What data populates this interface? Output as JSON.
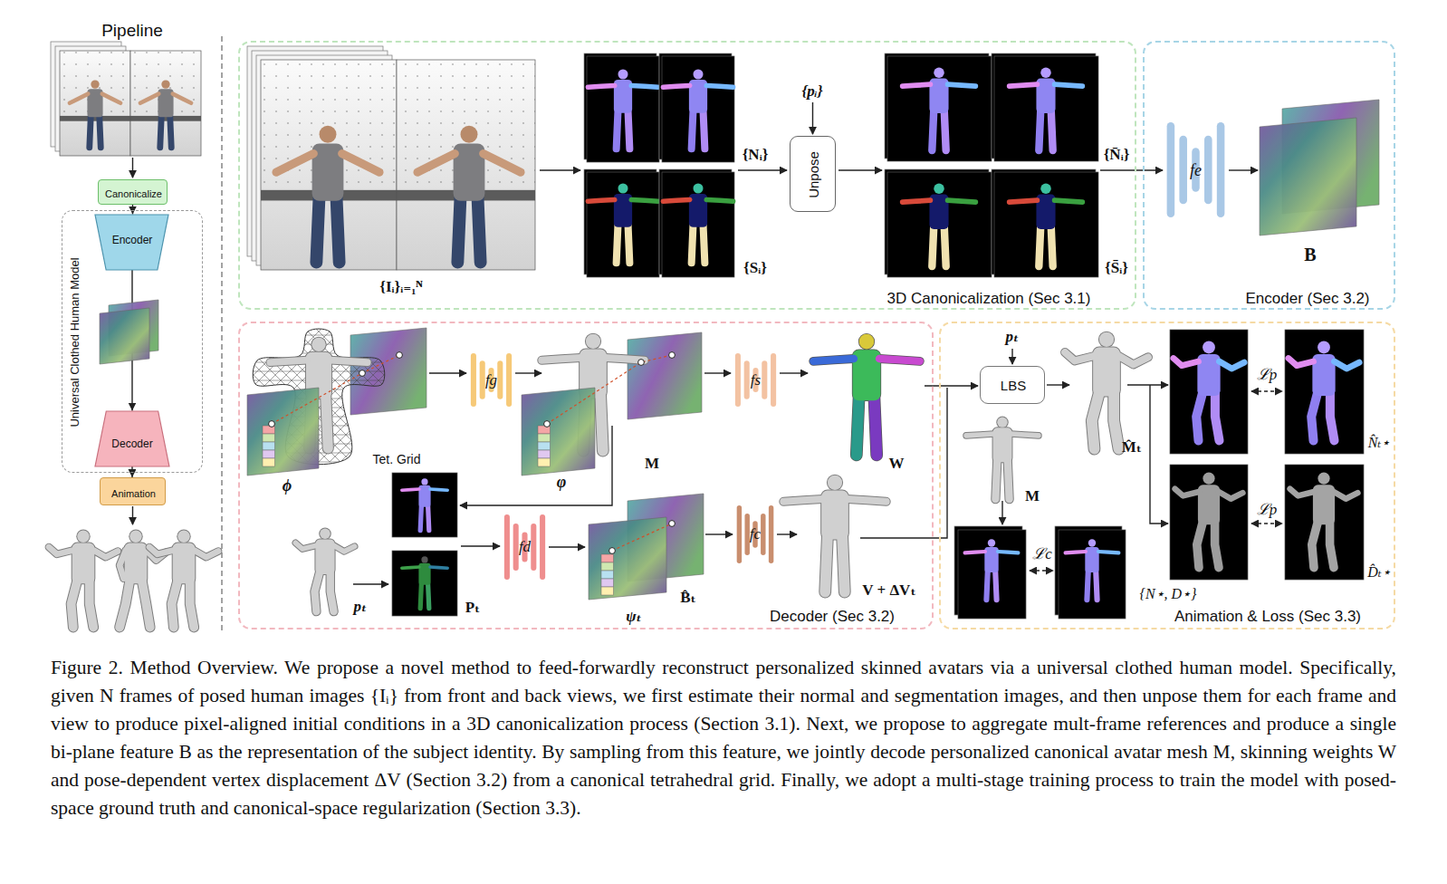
{
  "diagram": {
    "caption": "Figure 2. Method Overview. We propose a novel method to feed-forwardly reconstruct personalized skinned avatars via a universal clothed human model. Specifically, given N frames of posed human images {Iᵢ} from front and back views, we first estimate their normal and segmentation images, and then unpose them for each frame and view to produce pixel-aligned initial conditions in a 3D canonicalization process (Section 3.1). Next, we propose to aggregate mult-frame references and produce a single bi-plane feature B as the representation of the subject identity. By sampling from this feature, we jointly decode personalized canonical avatar mesh M, skinning weights W and pose-dependent vertex displacement ΔV (Section 3.2) from a canonical tetrahedral grid. Finally, we adopt a multi-stage training process to train the model with posed-space ground truth and canonical-space regularization (Section 3.3).",
    "nodes": [
      {
        "text": [
          "Canonicalize"
        ]
      },
      {
        "text": [
          "Universal Clothed Human Model"
        ]
      },
      {
        "text": [
          "Encoder"
        ],
        "in": 1
      },
      {
        "text": [
          "Decoder"
        ],
        "in": 1
      },
      {
        "text": [
          "Animation"
        ]
      },
      {
        "text": [
          "3D Canonicalization (Sec 3.1)"
        ]
      },
      {
        "text": [
          "Unpose"
        ],
        "in": 5
      },
      {
        "text": [
          "Encoder (Sec 3.2)"
        ]
      },
      {
        "text": [
          "fe"
        ],
        "in": 7
      },
      {
        "text": [
          "Decoder (Sec 3.2)"
        ]
      },
      {
        "text": [
          "fg"
        ],
        "in": 9
      },
      {
        "text": [
          "fs"
        ],
        "in": 9
      },
      {
        "text": [
          "fd"
        ],
        "in": 9
      },
      {
        "text": [
          "fc"
        ],
        "in": 9
      },
      {
        "text": [
          "Animation & Loss (Sec 3.3)"
        ]
      },
      {
        "text": [
          "LBS"
        ],
        "in": 14
      }
    ],
    "edges": [
      {
        "from": 0,
        "to": 2,
        "arrow": "to"
      },
      {
        "from": 2,
        "to": 3,
        "arrow": "to"
      },
      {
        "from": 3,
        "to": 4,
        "arrow": "to"
      }
    ],
    "labels": [
      "Pipeline",
      "{Iᵢ}ᵢ₌₁ᴺ",
      "{Nᵢ}",
      "{Sᵢ}",
      "{pᵢ}",
      "{N̄ᵢ}",
      "{S̄ᵢ}",
      "B",
      "Tet. Grid",
      "ϕ",
      "φ",
      "M",
      "W",
      "pₜ",
      "Pₜ",
      "ψₜ",
      "B̂ₜ",
      "V + ΔVₜ",
      "pₜ",
      "M̂ₜ",
      "M",
      "ℒc",
      "{N⋆, D⋆}",
      "ℒp",
      "ℒp",
      "N̂ₜ⋆",
      "D̂ₜ⋆"
    ]
  }
}
